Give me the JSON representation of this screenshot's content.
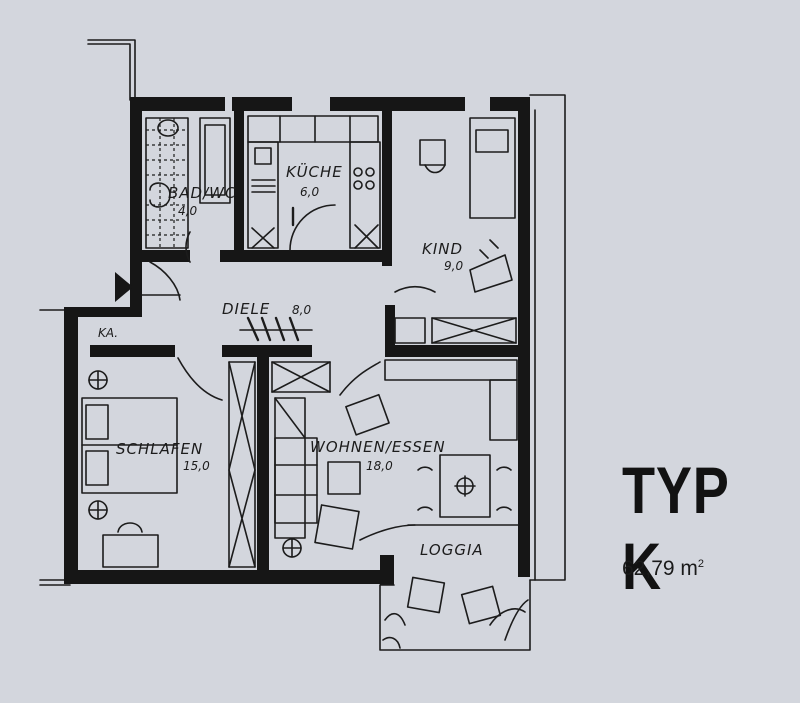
{
  "plan_title": "TYP K",
  "total_area": {
    "value": "62,79",
    "unit": "m",
    "unit_sup": "2"
  },
  "rooms": {
    "bad": {
      "label": "BAD/WC",
      "area": "4,0"
    },
    "kueche": {
      "label": "KÜCHE",
      "area": "6,0"
    },
    "kind": {
      "label": "KIND",
      "area": "9,0"
    },
    "diele": {
      "label": "DIELE",
      "area": "8,0"
    },
    "ka": {
      "label": "KA."
    },
    "schlafen": {
      "label": "SCHLAFEN",
      "area": "15,0"
    },
    "wohnen": {
      "label": "WOHNEN/ESSEN",
      "area": "18,0"
    },
    "loggia": {
      "label": "LOGGIA"
    }
  },
  "colors": {
    "background": "#d3d6dd",
    "ink": "#161616"
  }
}
